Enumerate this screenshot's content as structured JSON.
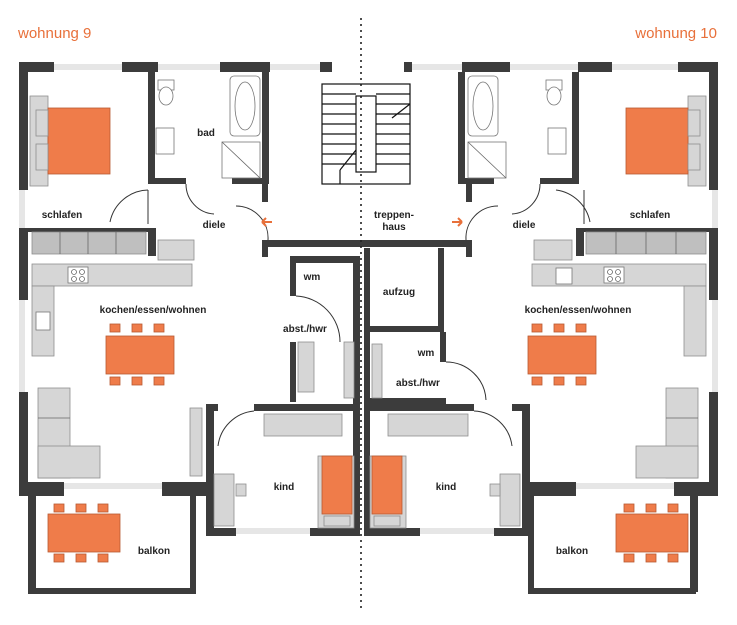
{
  "titles": {
    "left": "wohnung 9",
    "right": "wohnung 10"
  },
  "rooms": {
    "bad": "bad",
    "schlafen_left": "schlafen",
    "schlafen_right": "schlafen",
    "diele_left": "diele",
    "diele_right": "diele",
    "treppenhaus_line1": "treppen-",
    "treppenhaus_line2": "haus",
    "wm_left": "wm",
    "wm_right": "wm",
    "aufzug": "aufzug",
    "kochen_left": "kochen/essen/wohnen",
    "kochen_right": "kochen/essen/wohnen",
    "abst_left": "abst./hwr",
    "abst_right": "abst./hwr",
    "kind_left": "kind",
    "kind_right": "kind",
    "balkon_left": "balkon",
    "balkon_right": "balkon"
  },
  "colors": {
    "accent": "#ef7c4a",
    "wall": "#3c3c3c",
    "title": "#e8703a"
  }
}
